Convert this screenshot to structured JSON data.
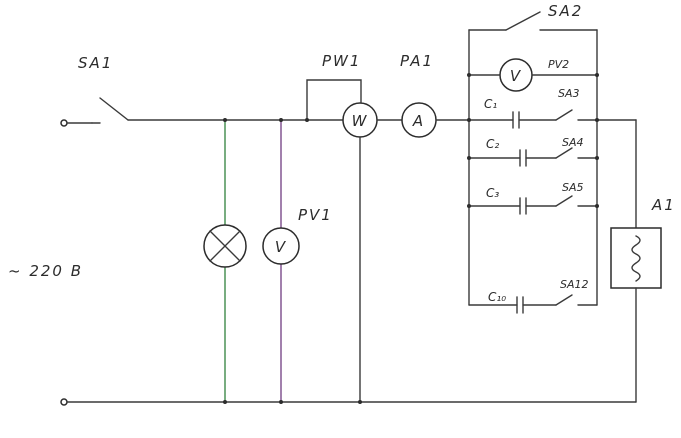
{
  "labels": {
    "sa1": "SA1",
    "sa2": "SA2",
    "sa3": "SA3",
    "sa4": "SA4",
    "sa5": "SA5",
    "sa12": "SA12",
    "pw1": "PW1",
    "pa1": "PA1",
    "pv1": "PV1",
    "pv2": "PV2",
    "c1": "C₁",
    "c2": "C₂",
    "c3": "C₃",
    "c10": "C₁₀",
    "a1": "A1",
    "supply": "~ 220 B",
    "w_meter": "W",
    "a_meter": "A",
    "v_meter": "V",
    "v2_meter": "V"
  },
  "colors": {
    "wire": "#3a3a3a",
    "lamp_branch": "#3e8a4a",
    "voltmeter_branch": "#7a4a8a"
  },
  "icons": {
    "lamp": "lamp-cross-icon",
    "voltmeter": "voltmeter-icon",
    "wattmeter": "wattmeter-icon",
    "ammeter": "ammeter-icon",
    "capacitor": "capacitor-icon",
    "switch": "switch-icon",
    "inductor": "inductor-coil-icon"
  }
}
